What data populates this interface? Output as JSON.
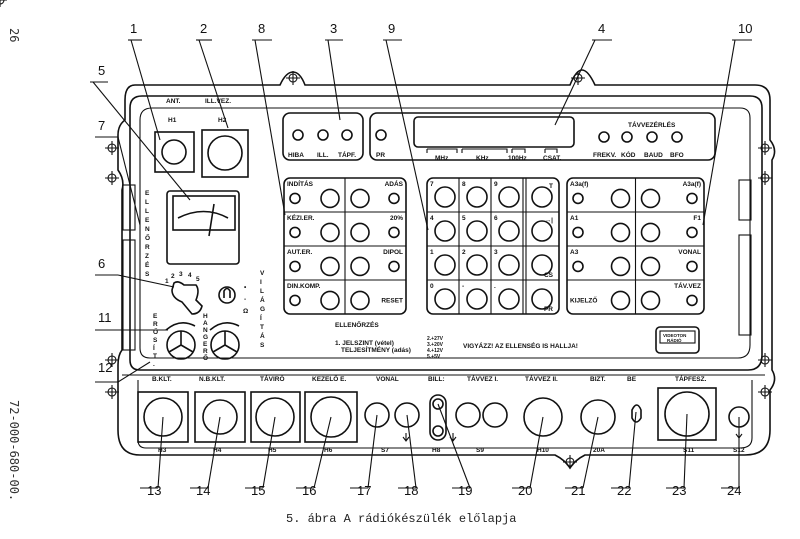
{
  "page": {
    "page_number": "26",
    "doc_code": "72-000-680-00.",
    "caption": "5. ábra   A rádiókészülék előlapja"
  },
  "callouts": [
    "1",
    "2",
    "3",
    "4",
    "5",
    "6",
    "7",
    "8",
    "9",
    "10",
    "11",
    "12",
    "13",
    "14",
    "15",
    "16",
    "17",
    "18",
    "19",
    "20",
    "21",
    "22",
    "23",
    "24"
  ],
  "top_labels": {
    "ant": "ANT.",
    "ill_vez": "ILL.VEZ.",
    "h1": "H1",
    "h2": "H2"
  },
  "indicators": {
    "hiba": "HIBA",
    "ill": "ILL.",
    "tapf": "TÁPF.",
    "pr": "PR"
  },
  "display": {
    "segments": [
      "MHz",
      "KHz",
      "100Hz",
      "CSAT."
    ]
  },
  "remote": {
    "title": "TÁVVEZÉRLÉS",
    "buttons": [
      "FREKV.",
      "KÓD",
      "BAUD",
      "BFO"
    ]
  },
  "ellenorzes_vertical": "ELLENŐRZÉS",
  "vilagitas_vertical": "VILÁGÍTÁS",
  "erosit_vertical": "ERŐSÍT.",
  "hangero_vertical": "HANGERŐ",
  "brightness_marks": [
    "•",
    "-",
    "Ω"
  ],
  "selector_positions": [
    "1",
    "2",
    "3",
    "4",
    "5"
  ],
  "control_block": {
    "rows": [
      {
        "left": "INDÍTÁS",
        "right": "ADÁS"
      },
      {
        "left": "KÉZI.ER.",
        "right": "20%"
      },
      {
        "left": "AUT.ER.",
        "right": "DIPOL"
      },
      {
        "left": "DIN.KOMP.",
        "right": "RESET"
      }
    ]
  },
  "keypad": {
    "keys": [
      "7",
      "8",
      "9",
      "T",
      "4",
      "5",
      "6",
      "→|",
      "1",
      "2",
      "3",
      "CS",
      "0",
      "-",
      ".",
      "PR"
    ]
  },
  "mode_block": {
    "rows": [
      {
        "left": "A3a(f)",
        "right": "A3a(f)"
      },
      {
        "left": "A1",
        "right": "F1"
      },
      {
        "left": "A3",
        "right": "VONAL"
      },
      {
        "left": "KIJELZŐ",
        "right": "TÁV.VEZ"
      }
    ]
  },
  "check_info": {
    "title": "ELLENŐRZÉS",
    "line1": "1. JELSZINT (vétel)",
    "line2": "TELJESÍTMÉNY (adás)",
    "voltages": [
      "2.+27V",
      "3.+20V",
      "4.+12V",
      "5.+5V"
    ],
    "warning": "VIGYÁZZ! AZ ELLENSÉG IS HALLJA!",
    "brand_line1": "VIDEOTON",
    "brand_line2": "RÁDIÓ"
  },
  "bottom_labels": [
    "B.KLT.",
    "N.B.KLT.",
    "TÁVIRÓ",
    "KEZELŐ E.",
    "VONAL",
    "BILL:",
    "TÁVVEZ I.",
    "TÁVVEZ II.",
    "BIZT.",
    "BE",
    "TÁPFESZ."
  ],
  "connector_ids": [
    "H3",
    "H4",
    "H5",
    "H6",
    "S7",
    "H8",
    "S9",
    "H10",
    "20A",
    "S11",
    "S12"
  ]
}
